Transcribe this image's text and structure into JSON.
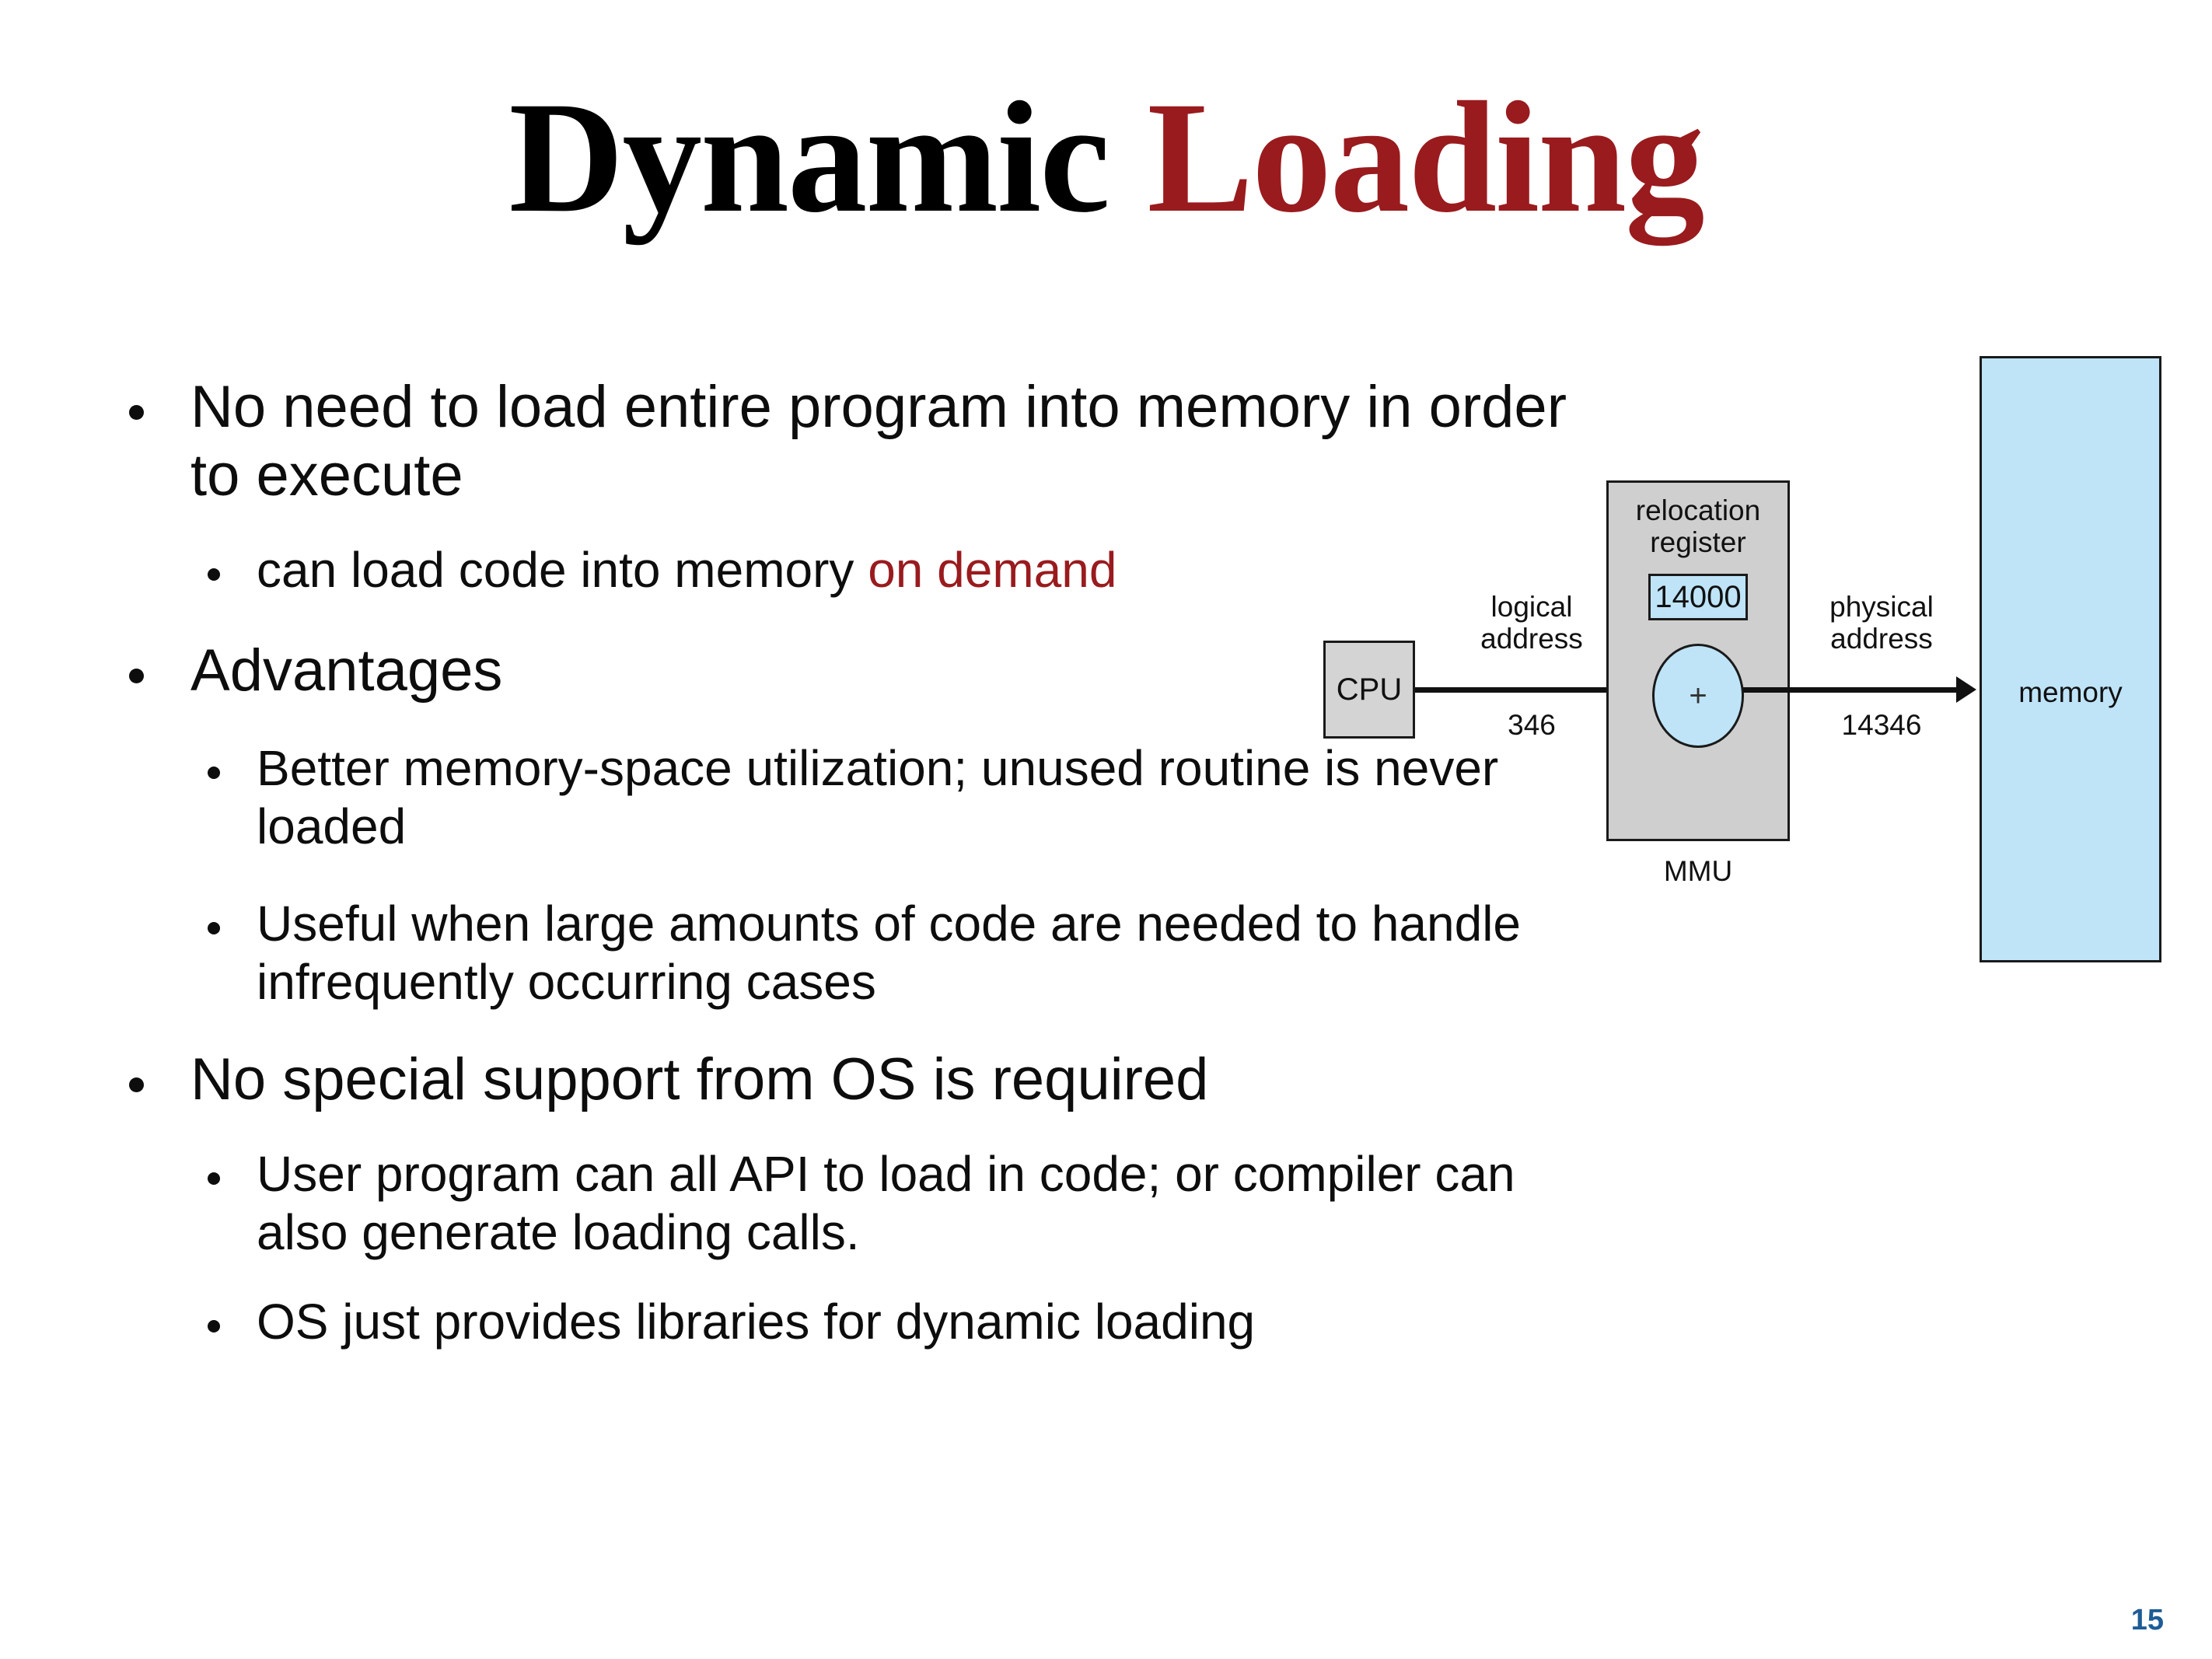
{
  "slide": {
    "title": {
      "part_black": "Dynamic",
      "part_red": "Loading",
      "red_color": "#991B1E"
    },
    "page_number": "15",
    "page_number_color": "#1E5C96",
    "bullets": [
      {
        "level": 1,
        "text": "No need to load entire program into memory in order to execute"
      },
      {
        "level": 2,
        "text_plain": "can load code into memory ",
        "text_accent": "on demand"
      },
      {
        "level": 1,
        "text": "Advantages"
      },
      {
        "level": 2,
        "text": "Better memory-space utilization; unused routine is never loaded"
      },
      {
        "level": 2,
        "text": "Useful when large amounts of code are needed to handle infrequently occurring cases"
      },
      {
        "level": 1,
        "text": "No special support from OS is required"
      },
      {
        "level": 2,
        "text": "User program can all API to load in code; or compiler can also generate loading calls."
      },
      {
        "level": 2,
        "text": "OS just provides libraries for dynamic loading"
      }
    ]
  },
  "diagram": {
    "name": "mmu-relocation-diagram",
    "cpu_label": "CPU",
    "logical_address_label": "logical\naddress",
    "logical_address_label_line1": "logical",
    "logical_address_label_line2": "address",
    "logical_address_value": "346",
    "relocation_register_label_line1": "relocation",
    "relocation_register_label_line2": "register",
    "relocation_register_value": "14000",
    "adder_symbol": "+",
    "mmu_caption": "MMU",
    "physical_address_label_line1": "physical",
    "physical_address_label_line2": "address",
    "physical_address_value": "14346",
    "memory_label": "memory",
    "colors": {
      "box_gray": "#cfcfcf",
      "cpu_gray": "#d4d4d4",
      "memory_blue": "#bfe4f8",
      "outline": "#1a1a1a"
    }
  }
}
